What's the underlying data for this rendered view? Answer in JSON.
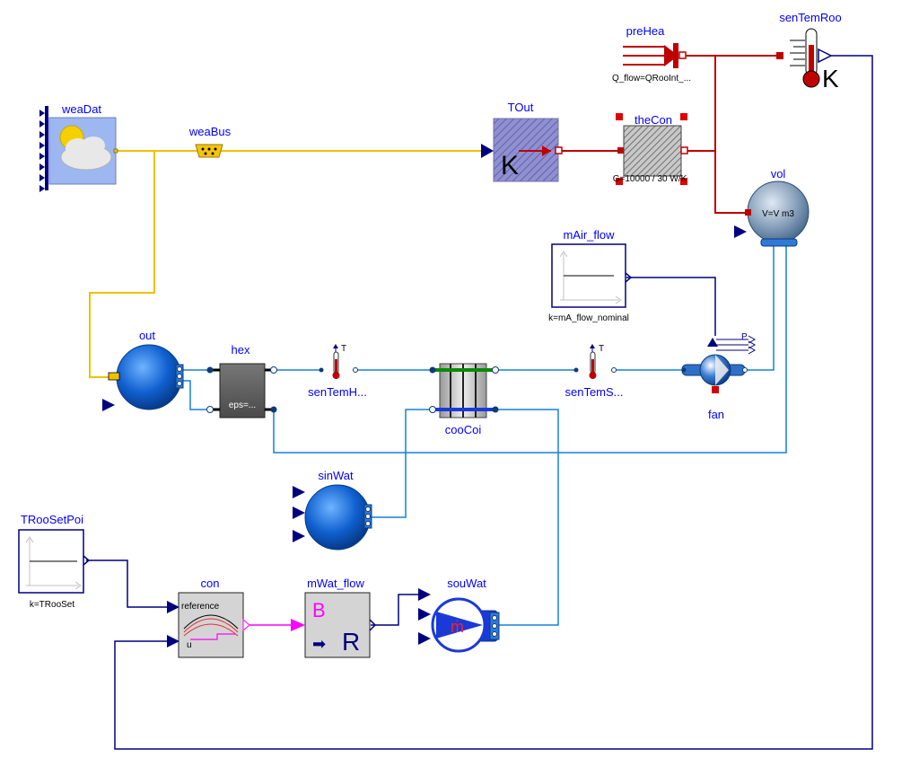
{
  "components": {
    "weaDat": {
      "name": "weaDat"
    },
    "weaBus": {
      "name": "weaBus"
    },
    "TOut": {
      "name": "TOut",
      "symbol": "K"
    },
    "theCon": {
      "name": "theCon",
      "param": "G=10000 / 30 W/K"
    },
    "preHea": {
      "name": "preHea",
      "param": "Q_flow=QRooInt_..."
    },
    "senTemRoo": {
      "name": "senTemRoo",
      "symbol": "K"
    },
    "vol": {
      "name": "vol",
      "param": "V=V m3"
    },
    "mAir_flow": {
      "name": "mAir_flow",
      "param": "k=mA_flow_nominal"
    },
    "out": {
      "name": "out"
    },
    "hex": {
      "name": "hex",
      "param": "eps=..."
    },
    "senTemHXOut": {
      "name": "senTemH...",
      "symbol": "T"
    },
    "cooCoi": {
      "name": "cooCoi"
    },
    "senTemSupAir": {
      "name": "senTemS...",
      "symbol": "T"
    },
    "fan": {
      "name": "fan",
      "port": "P"
    },
    "sinWat": {
      "name": "sinWat"
    },
    "TRooSetPoi": {
      "name": "TRooSetPoi",
      "param": "k=TRooSet"
    },
    "con": {
      "name": "con",
      "input_reference": "reference",
      "input_u": "u"
    },
    "mWat_flow": {
      "name": "mWat_flow",
      "symbol_top": "B",
      "symbol_bottom": "R"
    },
    "souWat": {
      "name": "souWat",
      "symbol": "ṁ"
    }
  },
  "colors": {
    "label": "#0000ff",
    "heat": "#bf0000",
    "fluid": "#0000ff",
    "water": "#0a6ed1",
    "signal": "#00007f",
    "bus": "#ffcc00",
    "boolean": "#ff00ff"
  }
}
